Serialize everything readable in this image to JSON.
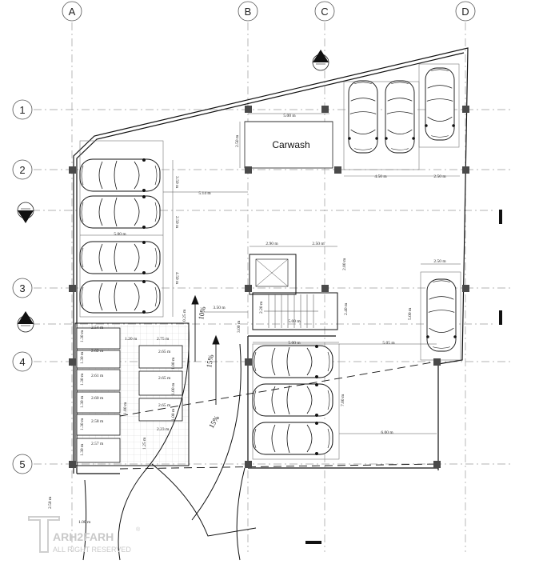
{
  "axes": {
    "columns": [
      "A",
      "B",
      "C",
      "D"
    ],
    "rows": [
      "1",
      "2",
      "3",
      "4",
      "5"
    ]
  },
  "rooms": {
    "carwash": "Carwash"
  },
  "slopes": {
    "ramp_15_upper": "15%",
    "ramp_15_lower": "15%",
    "ramp_10": "10%"
  },
  "dimensions": {
    "carwash_width": "5.00 m",
    "carwash_height": "2.50 m",
    "right_bay_45": "4.50 m",
    "right_bay_25": "2.50 m",
    "left_350": "3.50 m",
    "left_250": "2.50 m",
    "left_450": "4.50 m",
    "left_514": "5.14 m",
    "left_500": "5.00 m",
    "core_290": "2.90 m",
    "core_250": "2.50 m",
    "core_200": "2.00 m",
    "core_240": "2.40 m",
    "core_120": "1.20 m",
    "core_500": "5.00 m",
    "core_350": "3.50 m",
    "core_300": "3.00 m",
    "core_025": "0.25 m",
    "core_220": "2.20 m",
    "right_250b": "2.50 m",
    "right_500": "5.00 m",
    "right_500b": "5.00 m",
    "right_505": "5.05 m",
    "right_700": "7.00 m",
    "right_600": "6.00 m",
    "store_254": "2.54 m",
    "store_262": "2.62 m",
    "store_261": "2.61 m",
    "store_260": "2.60 m",
    "store_258": "2.58 m",
    "store_257": "2.57 m",
    "store_130a": "1.30 m",
    "store_130b": "1.30 m",
    "store_130c": "1.30 m",
    "store_130d": "1.30 m",
    "store_130e": "1.30 m",
    "store_130f": "1.30 m",
    "store_120": "1.20 m",
    "store_275": "2.75 m",
    "store_265a": "2.65 m",
    "store_265b": "2.65 m",
    "store_265c": "2.65 m",
    "store_100a": "1.00 m",
    "store_100b": "1.00 m",
    "store_100c": "1.00 m",
    "store_100d": "1.00 m",
    "store_223": "2.23 m",
    "store_125": "1.25 m",
    "entry_250": "2.50 m",
    "entry_100": "1.00 m"
  },
  "watermark": {
    "brand": "ARH2FARH",
    "registered": "®",
    "rights": "ALL RIGHT RESERVED"
  }
}
